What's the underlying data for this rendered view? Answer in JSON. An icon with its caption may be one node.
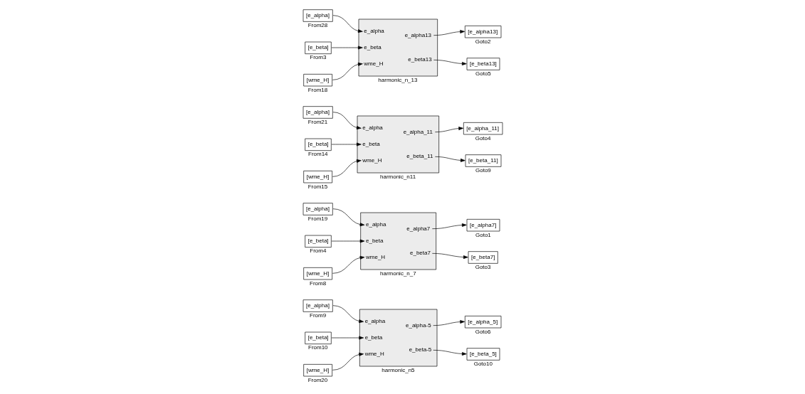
{
  "diagram": {
    "nodes": [
      {
        "text": [
          "[e_alpha]"
        ],
        "beside": [
          "From9"
        ]
      },
      {
        "text": [
          "[e_beta]"
        ],
        "beside": [
          "From10"
        ]
      },
      {
        "text": [
          "[wme_H]"
        ],
        "beside": [
          "From20"
        ]
      },
      {
        "text": [
          "e_alpha",
          "e_beta",
          "wme_H",
          "e_alpha-5",
          "e_beta-5"
        ],
        "beside": [
          "harmonic_n5"
        ]
      },
      {
        "text": [
          "[e_alpha_5]"
        ],
        "beside": [
          "Goto6"
        ]
      },
      {
        "text": [
          "[e_beta_5]"
        ],
        "beside": [
          "Goto10"
        ]
      },
      {
        "text": [
          "[e_alpha]"
        ],
        "beside": [
          "From19"
        ]
      },
      {
        "text": [
          "[e_beta]"
        ],
        "beside": [
          "From4"
        ]
      },
      {
        "text": [
          "[wme_H]"
        ],
        "beside": [
          "From8"
        ]
      },
      {
        "text": [
          "e_alpha",
          "e_beta",
          "wme_H",
          "e_alpha7",
          "e_beta7"
        ],
        "beside": [
          "harmonic_n_7"
        ]
      },
      {
        "text": [
          "[e_alpha7]"
        ],
        "beside": [
          "Goto1"
        ]
      },
      {
        "text": [
          "[e_beta7]"
        ],
        "beside": [
          "Goto3"
        ]
      },
      {
        "text": [
          "[e_alpha]"
        ],
        "beside": [
          "From21"
        ]
      },
      {
        "text": [
          "[e_beta]"
        ],
        "beside": [
          "From14"
        ]
      },
      {
        "text": [
          "[wme_H]"
        ],
        "beside": [
          "From15"
        ]
      },
      {
        "text": [
          "e_alpha",
          "e_beta",
          "wme_H",
          "e_alpha_11",
          "e_beta_11"
        ],
        "beside": [
          "harmonic_n11"
        ]
      },
      {
        "text": [
          "[e_alpha_11]"
        ],
        "beside": [
          "Goto4"
        ]
      },
      {
        "text": [
          "[e_beta_11]"
        ],
        "beside": [
          "Goto9"
        ]
      },
      {
        "text": [
          "[e_alpha]"
        ],
        "beside": [
          "From28"
        ]
      },
      {
        "text": [
          "[e_beta]"
        ],
        "beside": [
          "From3"
        ]
      },
      {
        "text": [
          "[wme_H]"
        ],
        "beside": [
          "From18"
        ]
      },
      {
        "text": [
          "e_alpha",
          "e_beta",
          "wme_H",
          "e_alpha13",
          "e_beta13"
        ],
        "beside": [
          "harmonic_n_13"
        ]
      },
      {
        "text": [
          "[e_alpha13]"
        ],
        "beside": [
          "Goto2"
        ]
      },
      {
        "text": [
          "[e_beta13]"
        ],
        "beside": [
          "Goto5"
        ]
      }
    ],
    "edges": [
      {
        "from": 0,
        "to": 3,
        "arrow": "to"
      },
      {
        "from": 1,
        "to": 3,
        "arrow": "to"
      },
      {
        "from": 2,
        "to": 3,
        "arrow": "to"
      },
      {
        "from": 3,
        "to": 4,
        "arrow": "to"
      },
      {
        "from": 3,
        "to": 5,
        "arrow": "to"
      },
      {
        "from": 6,
        "to": 9,
        "arrow": "to"
      },
      {
        "from": 7,
        "to": 9,
        "arrow": "to"
      },
      {
        "from": 8,
        "to": 9,
        "arrow": "to"
      },
      {
        "from": 9,
        "to": 10,
        "arrow": "to"
      },
      {
        "from": 9,
        "to": 11,
        "arrow": "to"
      },
      {
        "from": 12,
        "to": 15,
        "arrow": "to"
      },
      {
        "from": 13,
        "to": 15,
        "arrow": "to"
      },
      {
        "from": 14,
        "to": 15,
        "arrow": "to"
      },
      {
        "from": 15,
        "to": 16,
        "arrow": "to"
      },
      {
        "from": 15,
        "to": 17,
        "arrow": "to"
      },
      {
        "from": 18,
        "to": 21,
        "arrow": "to"
      },
      {
        "from": 19,
        "to": 21,
        "arrow": "to"
      },
      {
        "from": 20,
        "to": 21,
        "arrow": "to"
      },
      {
        "from": 21,
        "to": 22,
        "arrow": "to"
      },
      {
        "from": 21,
        "to": 23,
        "arrow": "to"
      }
    ]
  }
}
